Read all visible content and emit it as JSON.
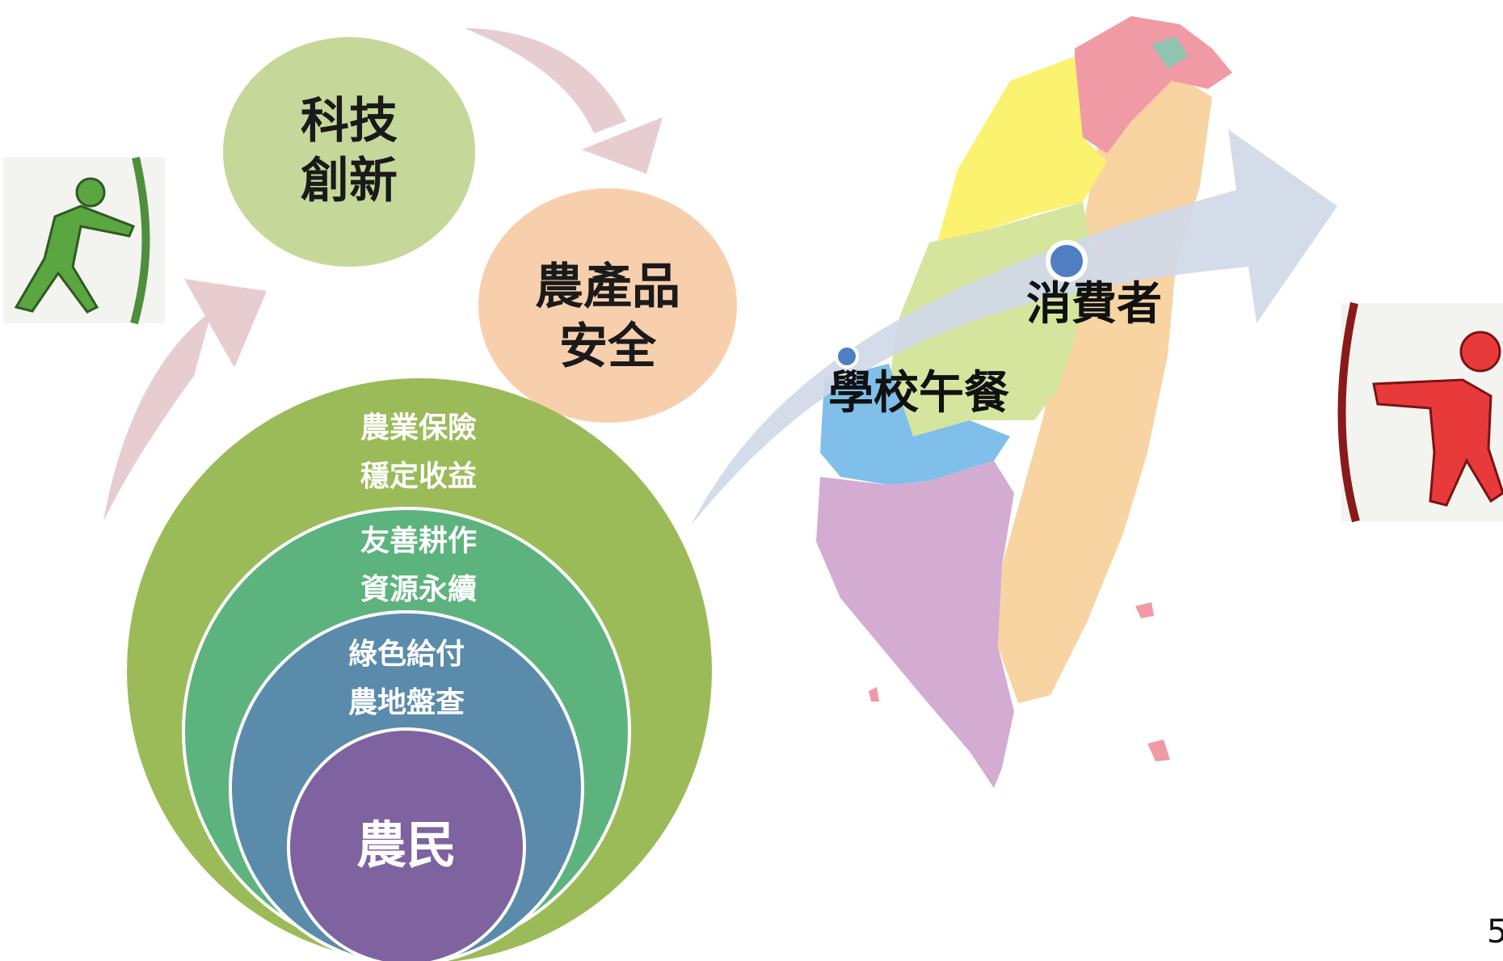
{
  "diagram": {
    "top_bubbles": {
      "tech": [
        "科技",
        "創新"
      ],
      "safety": [
        "農產品",
        "安全"
      ]
    },
    "rings": {
      "outer": [
        "農業保險",
        "穩定收益"
      ],
      "second": [
        "友善耕作",
        "資源永續"
      ],
      "third": [
        "綠色給付",
        "農地盤查"
      ],
      "core": "農民"
    },
    "map_points": {
      "school": "學校午餐",
      "consumer": "消費者"
    },
    "page_number": "5"
  },
  "colors": {
    "tech_bubble": "#c5d89a",
    "safety_bubble": "#f8cfad",
    "ring_outer": "#9bbb59",
    "ring_second": "#5db37e",
    "ring_third": "#5b8bab",
    "ring_core": "#7f63a1",
    "arrow_pink": "#e8cdd0",
    "arrow_blue": "#d0d9e8",
    "dot_blue": "#4f7fc2",
    "map_pink": "#f09aa6",
    "map_teal": "#8fc4b0",
    "map_yellow": "#fbf26f",
    "map_green": "#d6e59d",
    "map_orange": "#f8d4a2",
    "map_blue": "#7fbfea",
    "map_purple": "#d4acd2",
    "person_green": "#5aa640",
    "person_red": "#e83a3a"
  }
}
